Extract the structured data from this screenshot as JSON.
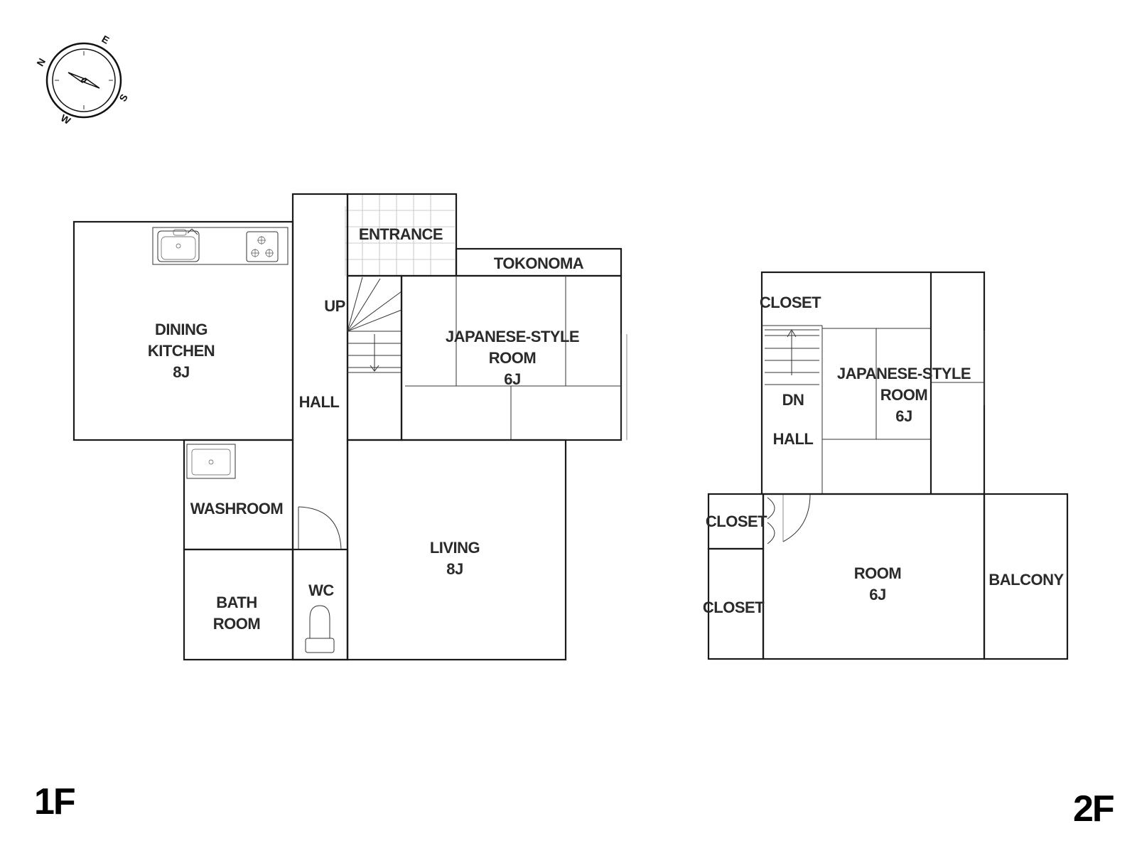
{
  "compass": {
    "n": "N",
    "e": "E",
    "s": "S",
    "w": "W"
  },
  "floor1": {
    "label": "1F",
    "rooms": {
      "dining_kitchen": [
        "DINING",
        "KITCHEN",
        "8J"
      ],
      "entrance": "ENTRANCE",
      "tokonoma": "TOKONOMA",
      "up": "UP",
      "japanese_room": [
        "JAPANESE-STYLE",
        "ROOM",
        "6J"
      ],
      "hall": "HALL",
      "washroom": "WASHROOM",
      "living": [
        "LIVING",
        "8J"
      ],
      "wc": "WC",
      "bath_room": [
        "BATH",
        "ROOM"
      ]
    }
  },
  "floor2": {
    "label": "2F",
    "rooms": {
      "closet_top": "CLOSET",
      "dn": "DN",
      "japanese_room": [
        "JAPANESE-STYLE",
        "ROOM",
        "6J"
      ],
      "hall": "HALL",
      "closet_mid": "CLOSET",
      "room": [
        "ROOM",
        "6J"
      ],
      "balcony": "BALCONY",
      "closet_bottom": "CLOSET"
    }
  }
}
